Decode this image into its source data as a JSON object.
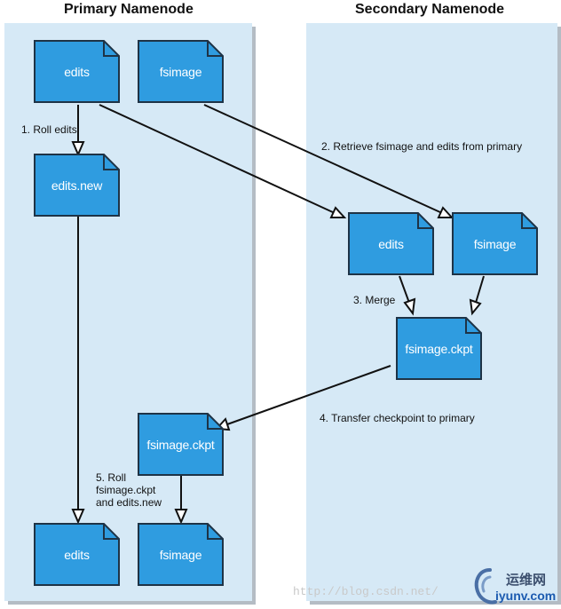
{
  "headings": {
    "primary": "Primary Namenode",
    "secondary": "Secondary Namenode"
  },
  "files": {
    "primary_edits": "edits",
    "primary_fsimage": "fsimage",
    "primary_edits_new": "edits.new",
    "secondary_edits": "edits",
    "secondary_fsimage": "fsimage",
    "secondary_ckpt": "fsimage.ckpt",
    "primary_ckpt": "fsimage.ckpt",
    "final_edits": "edits",
    "final_fsimage": "fsimage"
  },
  "steps": {
    "roll_edits": "1. Roll edits",
    "retrieve": "2. Retrieve fsimage and edits from primary",
    "merge": "3. Merge",
    "transfer": "4. Transfer checkpoint to primary",
    "roll_ckpt": [
      "5. Roll",
      "fsimage.ckpt",
      "and edits.new"
    ]
  },
  "watermark": {
    "url": "http://blog.csdn.net/",
    "logo_text": "运维网",
    "logo_domain": "iyunv.com"
  },
  "colors": {
    "panel": "#d6e9f6",
    "file_fill": "#2f9ce0",
    "file_border": "#1e3346",
    "arrow": "#111111"
  }
}
